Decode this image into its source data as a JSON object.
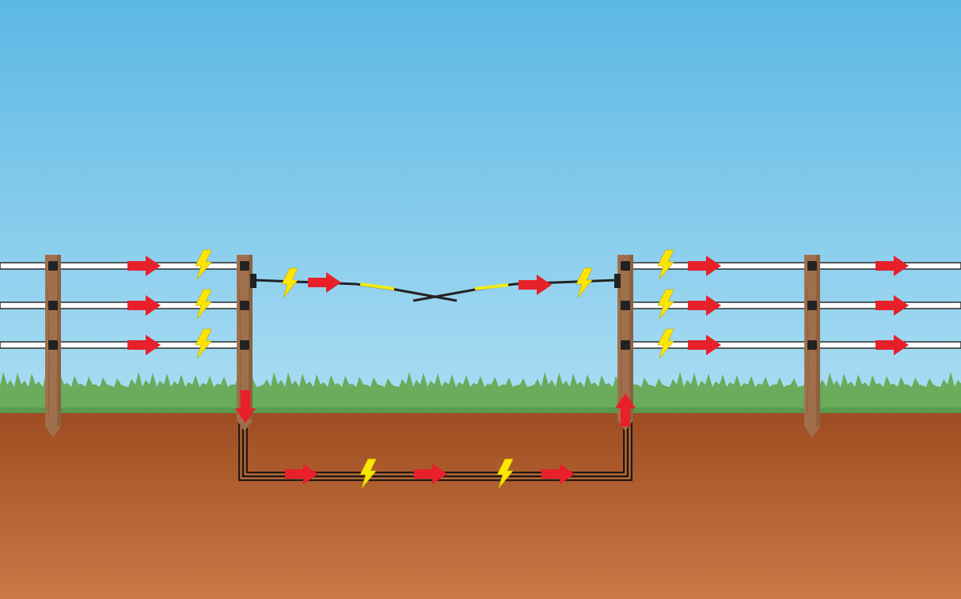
{
  "colors": {
    "sky_top": "#5cb8e4",
    "sky_bottom": "#a8dcf2",
    "grass": "#6aab5c",
    "grass_dark": "#5a9a4e",
    "soil_top": "#9e4c22",
    "soil_bottom": "#c97a46",
    "post": "#a0704c",
    "post_dark": "#7a5234",
    "tape_fill": "#ffffff",
    "tape_edge": "#2a2a2a",
    "insulator": "#222222",
    "arrow": "#e8202a",
    "bolt": "#ffe600",
    "bolt_edge": "#c9b400",
    "gate_wire": "#222222",
    "gate_handle": "#f2ea16",
    "buried_cable": "#2a1a10",
    "buried_cable_core": "#c97a46"
  },
  "icons": {
    "current_direction": "arrow-right-icon",
    "electric_charge": "lightning-bolt-icon"
  },
  "elements": {
    "posts": [
      "left-end-post",
      "left-gate-post",
      "right-gate-post",
      "right-end-post"
    ],
    "wires": [
      "top-tape",
      "middle-tape",
      "bottom-tape"
    ],
    "gate": [
      "left-gate-handle",
      "right-gate-handle"
    ],
    "underground": [
      "buried-cable"
    ]
  }
}
